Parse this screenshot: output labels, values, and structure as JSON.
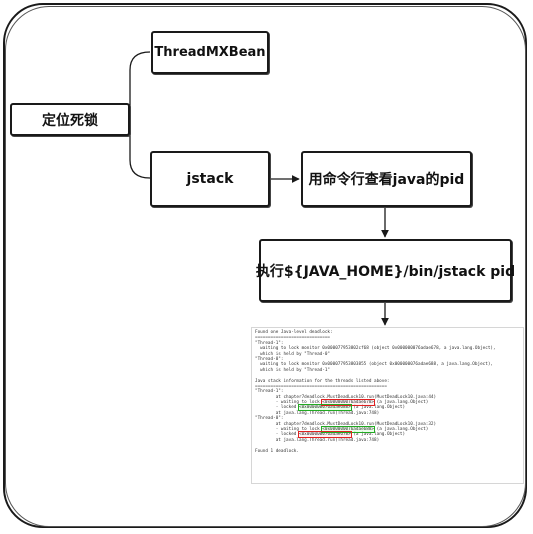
{
  "nodes": {
    "root": "定位死锁",
    "threadmxbean": "ThreadMXBean",
    "jstack": "jstack",
    "find_pid": "用命令行查看java的pid",
    "run_jstack": "执行${JAVA_HOME}/bin/jstack pid"
  },
  "jstack_output": {
    "lines": [
      {
        "t": "Found one Java-level deadlock:"
      },
      {
        "t": "============================="
      },
      {
        "t": "\"Thread-1\":"
      },
      {
        "t": "  waiting to lock monitor 0x000077953802cf68 (object 0x000000076adae678, a java.lang.Object),"
      },
      {
        "t": "  which is held by \"Thread-0\""
      },
      {
        "t": "\"Thread-0\":"
      },
      {
        "t": "  waiting to lock monitor 0x000077953803855 (object 0x000000076adae688, a java.lang.Object),"
      },
      {
        "t": "  which is held by \"Thread-1\""
      },
      {
        "t": ""
      },
      {
        "t": "Java stack information for the threads listed above:"
      },
      {
        "t": "==================================================="
      },
      {
        "t": "\"Thread-1\":"
      },
      {
        "t": "        at chapter7deadlock.MustDeadLock10.run(MustDeadLock10.java:44)"
      },
      {
        "t": "        - waiting to lock ",
        "hl": "<0x000000076adae678>",
        "color": "red",
        "after": " (a java.lang.Object)"
      },
      {
        "t": "        - locked ",
        "hl": "<0x000000076adae688>",
        "color": "green",
        "after": " (a java.lang.Object)"
      },
      {
        "t": "        at java.lang.Thread.run(Thread.java:748)"
      },
      {
        "t": "\"Thread-0\":"
      },
      {
        "t": "        at chapter7deadlock.MustDeadLock10.run(MustDeadLock10.java:32)"
      },
      {
        "t": "        - waiting to lock ",
        "hl": "<0x000000076adae688>",
        "color": "green",
        "after": " (a java.lang.Object)"
      },
      {
        "t": "        - locked ",
        "hl": "<0x000000076adae678>",
        "color": "red",
        "after": " (a java.lang.Object)"
      },
      {
        "t": "        at java.lang.Thread.run(Thread.java:748)"
      },
      {
        "t": ""
      },
      {
        "t": "Found 1 deadlock."
      }
    ]
  },
  "colors": {
    "stroke": "#1a1a1a",
    "highlight_red": "#e02020",
    "highlight_green": "#22aa22"
  }
}
